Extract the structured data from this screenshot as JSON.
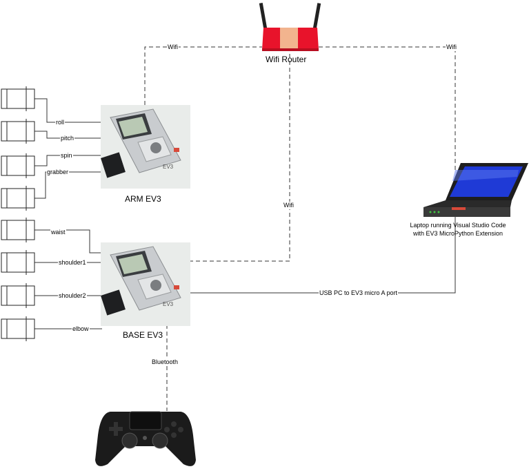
{
  "nodes": {
    "router": {
      "label": "Wifi Router"
    },
    "arm": {
      "label": "ARM EV3",
      "brand": "EV3"
    },
    "base": {
      "label": "BASE EV3",
      "brand": "EV3"
    },
    "laptop": {
      "caption_line1": "Laptop running Visual Studio Code",
      "caption_line2": "with EV3 MicroPython Extension"
    },
    "controller": {
      "icon": "gamepad-icon"
    }
  },
  "motors": {
    "arm": [
      "roll",
      "pitch",
      "spin",
      "grabber"
    ],
    "base": [
      "waist",
      "shoulder1",
      "shoulder2",
      "elbow"
    ]
  },
  "connections": {
    "wifi_arm": "Wifi",
    "wifi_laptop": "Wifi",
    "wifi_base": "Wifi",
    "usb": "USB PC to EV3 micro A port",
    "bluetooth": "Bluetooth"
  },
  "colors": {
    "router_red": "#e8132b",
    "router_tan": "#f2b48e",
    "laptop_screen": "#1f3ad6",
    "ev3_gray": "#c9cccf",
    "ev3_red": "#d84a3a"
  }
}
